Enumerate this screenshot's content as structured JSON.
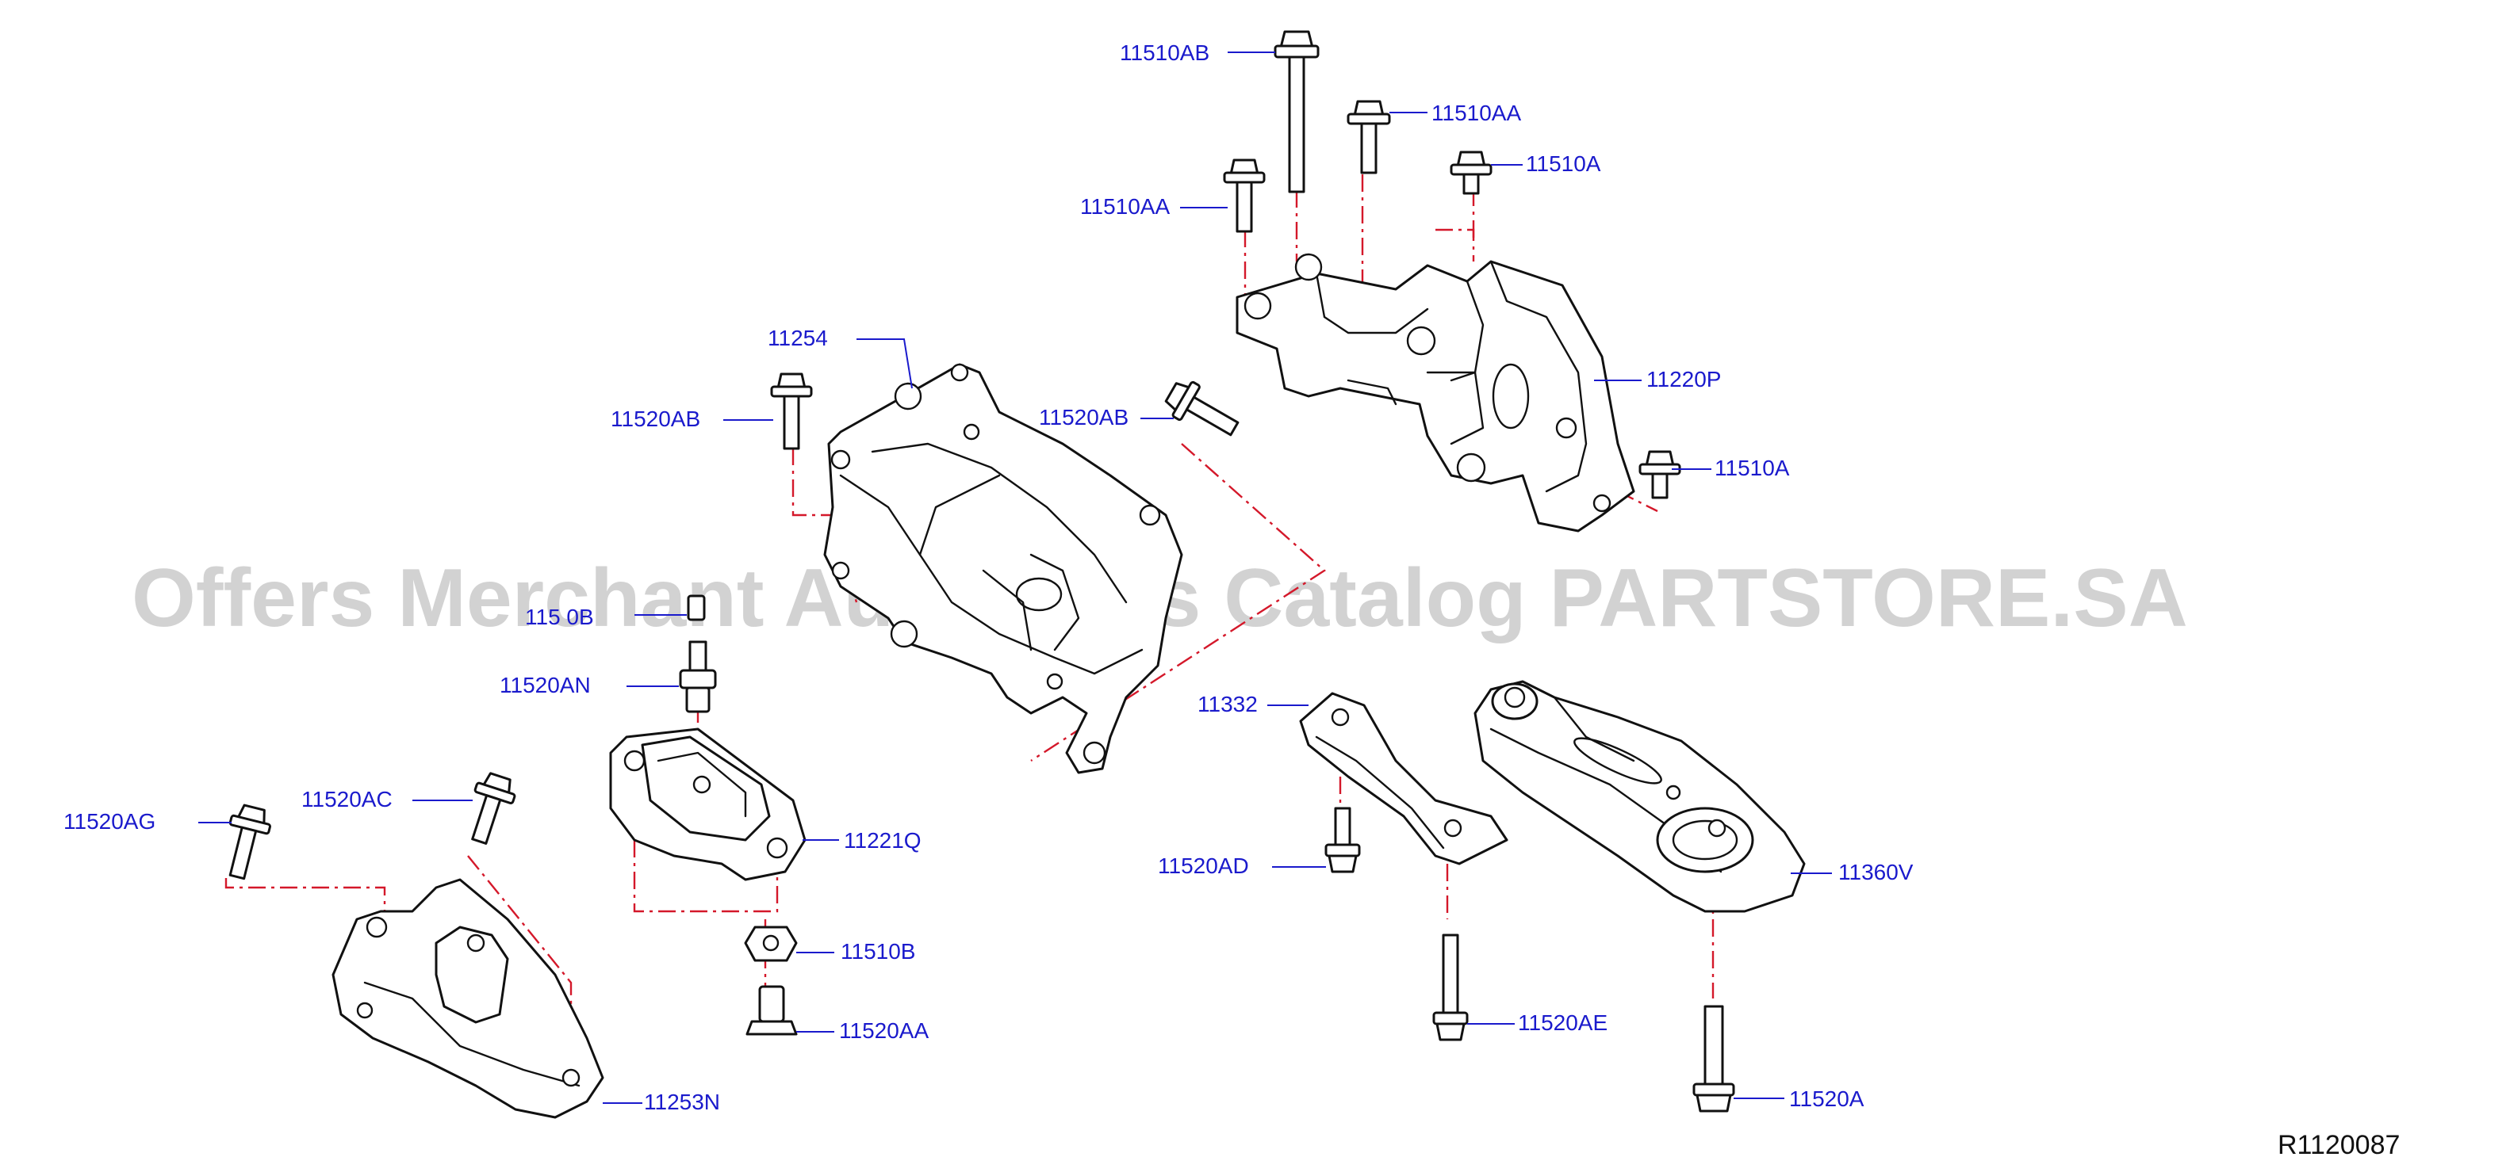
{
  "diagram": {
    "watermark": "Offers Merchant Auto Parts Catalog PARTSTORE.SA",
    "drawing_code": "R1120087",
    "labels": {
      "l_11510AB": "11510AB",
      "l_11510AA_top": "11510AA",
      "l_11510A_top": "11510A",
      "l_11510AA_left": "11510AA",
      "l_11254": "11254",
      "l_11220P": "11220P",
      "l_11520AB_left": "11520AB",
      "l_11520AB_mid": "11520AB",
      "l_11510A_right": "11510A",
      "l_11510B_partial": "115 0B",
      "l_11520AN": "11520AN",
      "l_11332": "11332",
      "l_11520AC": "11520AC",
      "l_11520AG": "11520AG",
      "l_11221Q": "11221Q",
      "l_11520AD": "11520AD",
      "l_11360V": "11360V",
      "l_11510B": "11510B",
      "l_11520AE": "11520AE",
      "l_11520AA": "11520AA",
      "l_11253N": "11253N",
      "l_11520A": "11520A"
    }
  }
}
